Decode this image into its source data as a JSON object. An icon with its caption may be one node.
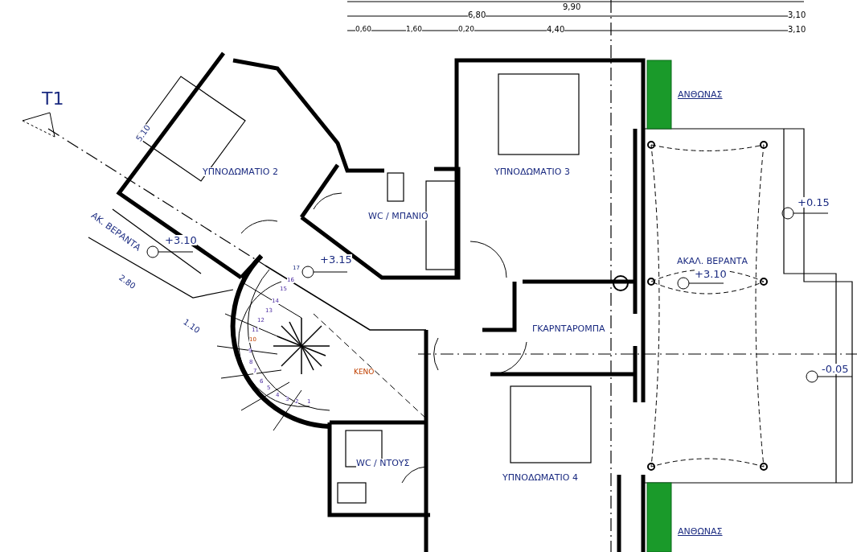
{
  "diagram": {
    "labels": [
      "9,90",
      "6,80",
      "3,10",
      "0,60",
      "1,60",
      "0,20",
      "4,40",
      "3,10",
      "T1",
      "5.10",
      "ΥΠΝΟΔΩΜΑΤΙΟ 2",
      "ΑΝΘΩΝΑΣ",
      "ΥΠΝΟΔΩΜΑΤΙΟ 3",
      "WC / ΜΠΑΝΙΟ",
      "+0.15",
      "ΑΚ. ΒΕΡΑΝΤΑ",
      "+3.10",
      "ΑΚΑΛ. ΒΕΡΑΝΤΑ",
      "17",
      "+3.15",
      "+3.10",
      "2.80",
      "16",
      "15",
      "14",
      "13",
      "12",
      "11",
      "10",
      "1.10",
      "9",
      "8",
      "7",
      "6",
      "5",
      "4",
      "3",
      "2",
      "1",
      "ΓΚΑΡΝΤΑΡΟΜΠΑ",
      "ΚΕΝΟ",
      "-0.05",
      "WC / ΝΤΟΥΣ",
      "ΥΠΝΟΔΩΜΑΤΙΟ 4",
      "ΑΝΘΩΝΑΣ"
    ]
  }
}
